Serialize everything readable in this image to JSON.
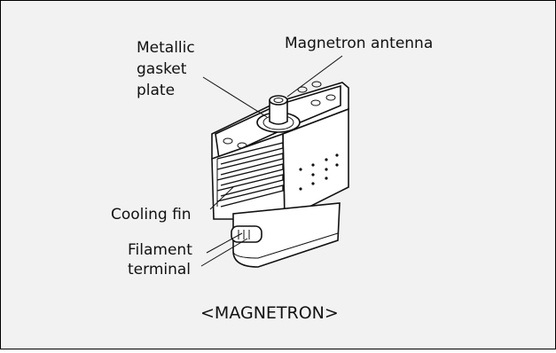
{
  "diagram": {
    "labels": {
      "metallic_line1": "Metallic",
      "metallic_line2": "gasket",
      "metallic_line3": "plate",
      "antenna": "Magnetron antenna",
      "cooling": "Cooling fin",
      "filament_line1": "Filament",
      "filament_line2": "terminal"
    },
    "caption": "<MAGNETRON>"
  }
}
